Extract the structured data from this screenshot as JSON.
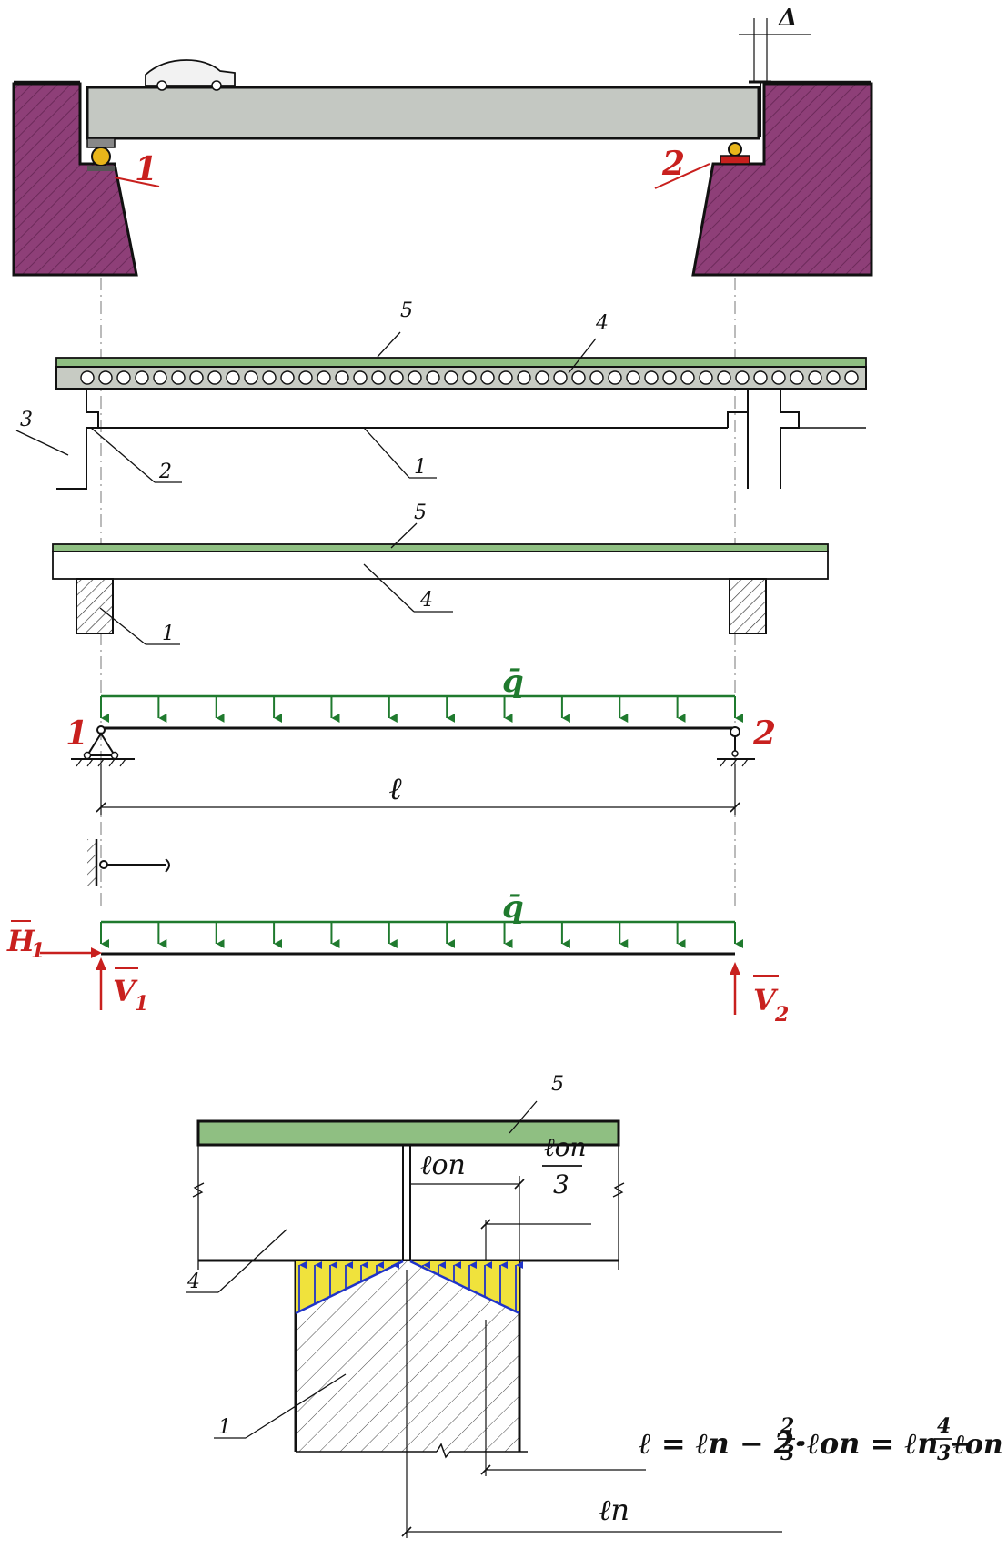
{
  "labels": {
    "delta": "Δ",
    "support_1": "1",
    "support_2": "2",
    "load": "q̄",
    "span": "ℓ",
    "h1_letter": "H",
    "h1_sub": "1",
    "v1_letter": "V",
    "v1_sub": "1",
    "v2_letter": "V",
    "v2_sub": "2"
  },
  "callouts": {
    "plan_1": "1",
    "plan_2": "2",
    "plan_3": "3",
    "plan_4": "4",
    "plan_5": "5",
    "sec_1": "1",
    "sec_4": "4",
    "sec_5": "5",
    "det_1": "1",
    "det_4": "4",
    "det_5": "5"
  },
  "detail": {
    "l_op": "ℓоп",
    "l_op_3_num": "ℓоп",
    "l_op_3_den": "3",
    "l_n": "ℓп"
  },
  "formula": "ℓ = ℓп − 2·(2/3)·ℓоп = ℓп − (4/3)ℓоп",
  "formula_parts": {
    "lhs": "ℓ = ℓп − 2·",
    "f1_num": "2",
    "f1_den": "3",
    "mid": "·ℓоп = ℓп −",
    "f2_num": "4",
    "f2_den": "3",
    "end": "ℓоп"
  },
  "colors": {
    "earth": "#8e3f78",
    "slab": "#c4c8c2",
    "deck": "#8fbf82",
    "load": "#1f7a2e",
    "reaction": "#c8201e",
    "bearing": "#e8b51a",
    "pressure": "#f0e23c",
    "pressure_edge": "#2034c8"
  }
}
